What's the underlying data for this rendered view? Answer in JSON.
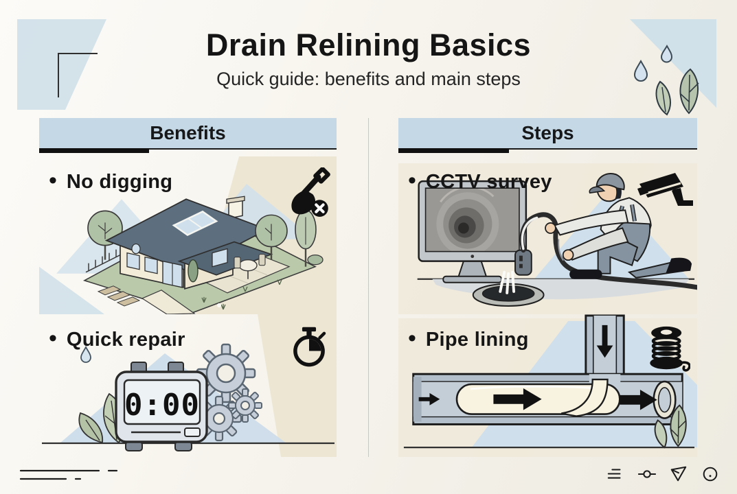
{
  "page": {
    "title": "Drain Relining Basics",
    "subtitle": "Quick guide: benefits and main steps",
    "bullet": "•"
  },
  "benefits": {
    "title": "Benefits",
    "items": [
      {
        "label": "No digging",
        "icon": "no-digging-shovel-icon",
        "scene": "house-garden-untouched"
      },
      {
        "label": "Quick repair",
        "icon": "stopwatch-icon",
        "scene": "countdown-timer-with-gears"
      }
    ]
  },
  "steps": {
    "title": "Steps",
    "items": [
      {
        "label": "CCTV survey",
        "icon": "cctv-camera-icon",
        "scene": "technician-feeding-camera-into-drain-with-monitor"
      },
      {
        "label": "Pipe lining",
        "icon": "cable-spool-icon",
        "scene": "liner-inserted-through-pipe-cross-section"
      }
    ]
  },
  "illustrations": {
    "timer_display": "0:00",
    "monitor_view": "pipe-interior"
  },
  "footer": {
    "icons": [
      "menu-lines-icon",
      "slider-icon",
      "paper-plane-icon",
      "circle-icon"
    ]
  },
  "colors": {
    "ink": "#141414",
    "band_blue": "#c5d8e5",
    "deco_blue": "#cfdfe9",
    "deco_beige": "#ece6d3",
    "lawn_green": "#b9c9a9",
    "leaf_green": "#b6c4ae",
    "roof_slate": "#5d6e7e",
    "pipe_gray": "#b3bfca",
    "liner_cream": "#f8f2e0"
  }
}
